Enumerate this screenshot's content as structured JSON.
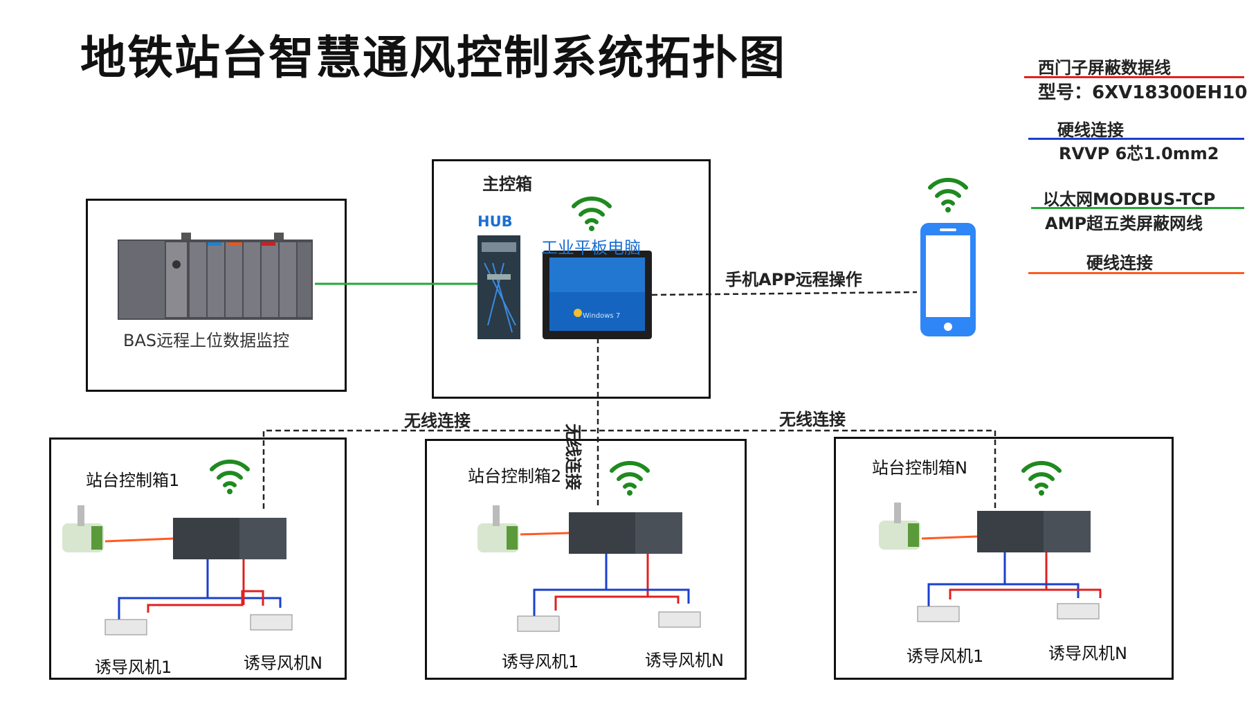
{
  "title": "地铁站台智慧通风控制系统拓扑图",
  "legend": [
    {
      "line1": "西门子屏蔽数据线",
      "line2": "型号：6XV18300EH10",
      "color": "#e02020"
    },
    {
      "line1": "硬线连接",
      "line2": "RVVP 6芯1.0mm2",
      "color": "#1a3fcc"
    },
    {
      "line1": "以太网MODBUS-TCP",
      "line2": "AMP超五类屏蔽网线",
      "color": "#22aa33"
    },
    {
      "line1": "硬线连接",
      "line2": "",
      "color": "#ff5a1f"
    }
  ],
  "bas": {
    "label": "BAS远程上位数据监控"
  },
  "main_box": {
    "label": "主控箱",
    "hub_label": "HUB",
    "pc_label": "工业平板电脑",
    "pc_screen_text": "Windows 7"
  },
  "phone_link": {
    "label": "手机APP远程操作"
  },
  "wireless": {
    "vertical_label": "无线连接",
    "left_label": "无线连接",
    "right_label": "无线连接"
  },
  "stations": [
    {
      "label": "站台控制箱1",
      "fan_left": "诱导风机1",
      "fan_right": "诱导风机N"
    },
    {
      "label": "站台控制箱2",
      "fan_left": "诱导风机1",
      "fan_right": "诱导风机N"
    },
    {
      "label": "站台控制箱N",
      "fan_left": "诱导风机1",
      "fan_right": "诱导风机N"
    }
  ],
  "colors": {
    "wifi": "#1f8a1f",
    "ethernet": "#22aa33",
    "hardwire_blue": "#1a3fcc",
    "shield_red": "#e02020",
    "hardwire_orange": "#ff5a1f",
    "phone": "#2f86f6"
  }
}
